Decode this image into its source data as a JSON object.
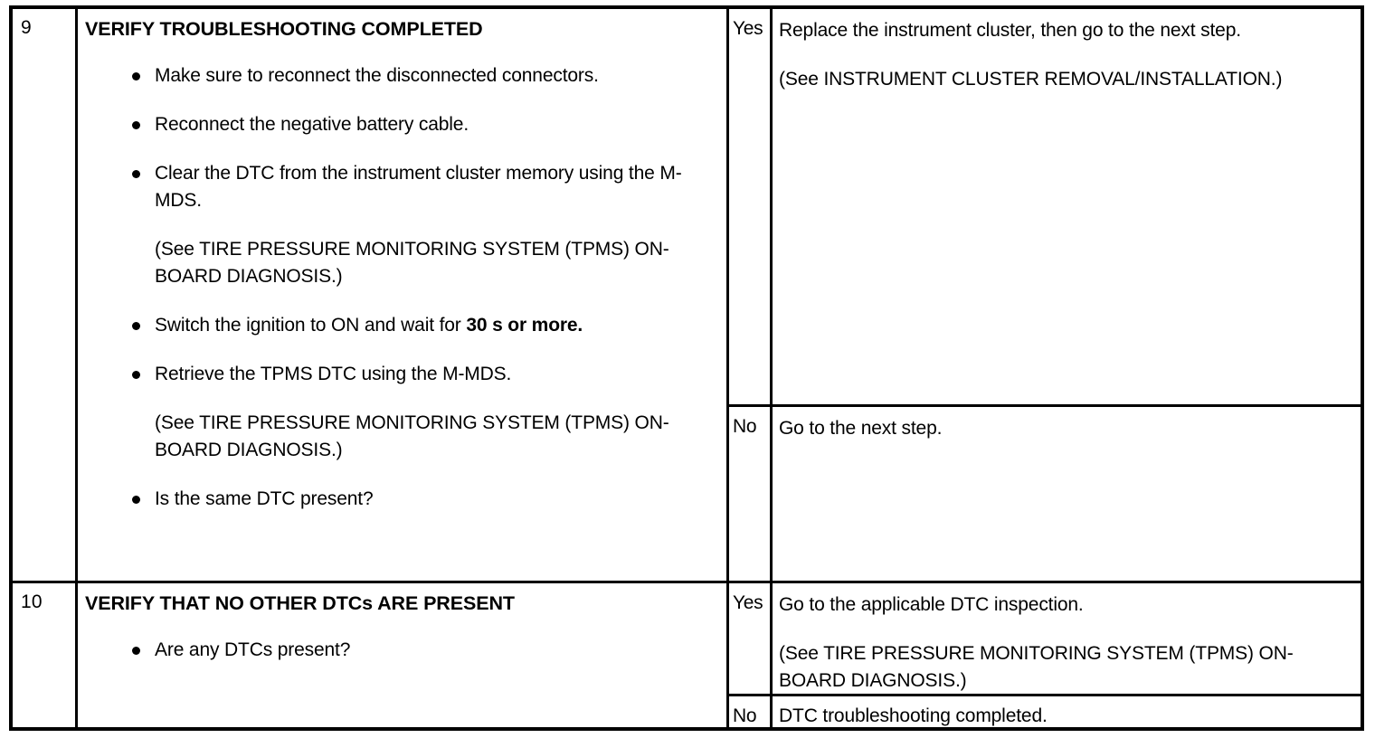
{
  "document": {
    "kind": "service-manual-troubleshooting-table",
    "columns": [
      "step",
      "action",
      "answer-key",
      "answer-action"
    ]
  },
  "steps": [
    {
      "number": "9",
      "title": "VERIFY TROUBLESHOOTING COMPLETED",
      "bullets": [
        {
          "text": "Make sure to reconnect the disconnected connectors."
        },
        {
          "text": "Reconnect the negative battery cable."
        },
        {
          "text": "Clear the DTC from the instrument cluster memory using the M-MDS.",
          "note": "(See TIRE PRESSURE MONITORING SYSTEM (TPMS) ON-BOARD DIAGNOSIS.)"
        },
        {
          "text_before_bold": "Switch the ignition to ON and wait for ",
          "bold": "30 s or more",
          "text_after_bold": "."
        },
        {
          "text": "Retrieve the TPMS DTC using the M-MDS.",
          "note": "(See TIRE PRESSURE MONITORING SYSTEM (TPMS) ON-BOARD DIAGNOSIS.)"
        },
        {
          "text": "Is the same DTC present?"
        }
      ],
      "answers": [
        {
          "key": "Yes",
          "text": "Replace the instrument cluster, then go to the next step.",
          "note": "(See INSTRUMENT CLUSTER REMOVAL/INSTALLATION.)"
        },
        {
          "key": "No",
          "text": "Go to the next step."
        }
      ]
    },
    {
      "number": "10",
      "title": "VERIFY THAT NO OTHER DTCs ARE PRESENT",
      "bullets": [
        {
          "text": "Are any DTCs present?"
        }
      ],
      "answers": [
        {
          "key": "Yes",
          "text": "Go to the applicable DTC inspection.",
          "note": "(See TIRE PRESSURE MONITORING SYSTEM (TPMS) ON-BOARD DIAGNOSIS.)"
        },
        {
          "key": "No",
          "text": "DTC troubleshooting completed."
        }
      ]
    }
  ],
  "colors": {
    "background": "#ffffff",
    "text": "#000000",
    "rule": "#000000"
  }
}
